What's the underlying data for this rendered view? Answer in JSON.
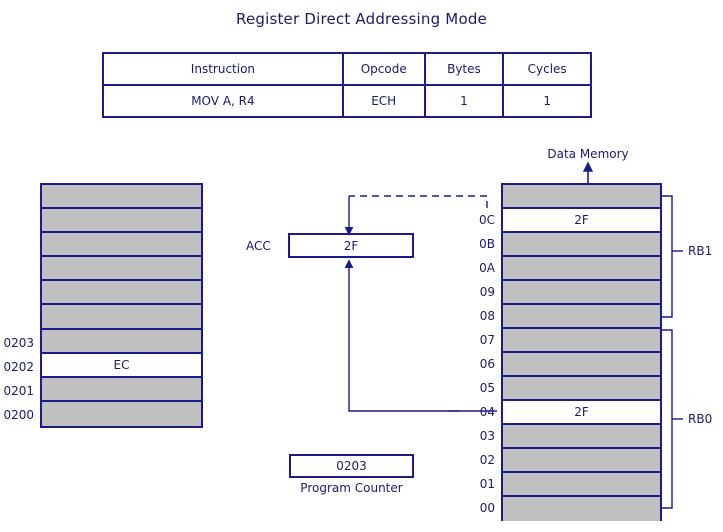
{
  "title": "Register Direct Addressing Mode",
  "instruction_table": {
    "headers": [
      "Instruction",
      "Opcode",
      "Bytes",
      "Cycles"
    ],
    "rows": [
      [
        "MOV A, R4",
        "ECH",
        "1",
        "1"
      ]
    ]
  },
  "colors": {
    "ink": "#1a1a6e",
    "border": "#1a1a8c",
    "cell_fill": "#c0c0c0",
    "highlight_fill": "#ffffff",
    "background": "#ffffff"
  },
  "program_memory": {
    "name": "program-memory-block",
    "rows": [
      {
        "address": "",
        "value": ""
      },
      {
        "address": "",
        "value": ""
      },
      {
        "address": "",
        "value": ""
      },
      {
        "address": "",
        "value": ""
      },
      {
        "address": "",
        "value": ""
      },
      {
        "address": "",
        "value": ""
      },
      {
        "address": "0203",
        "value": ""
      },
      {
        "address": "0202",
        "value": "EC"
      },
      {
        "address": "0201",
        "value": ""
      },
      {
        "address": "0200",
        "value": ""
      }
    ]
  },
  "data_memory": {
    "caption": "Data Memory",
    "rows": [
      {
        "address": "",
        "value": ""
      },
      {
        "address": "0C",
        "value": "2F"
      },
      {
        "address": "0B",
        "value": ""
      },
      {
        "address": "0A",
        "value": ""
      },
      {
        "address": "09",
        "value": ""
      },
      {
        "address": "08",
        "value": ""
      },
      {
        "address": "07",
        "value": ""
      },
      {
        "address": "06",
        "value": ""
      },
      {
        "address": "05",
        "value": ""
      },
      {
        "address": "04",
        "value": "2F"
      },
      {
        "address": "03",
        "value": ""
      },
      {
        "address": "02",
        "value": ""
      },
      {
        "address": "01",
        "value": ""
      },
      {
        "address": "00",
        "value": ""
      }
    ],
    "bank_brackets": [
      {
        "label": "RB1",
        "from_address": "0C",
        "to_address": "08"
      },
      {
        "label": "RB0",
        "from_address": "07",
        "to_address": "00"
      }
    ]
  },
  "registers": {
    "acc": {
      "label": "ACC",
      "value": "2F"
    },
    "program_counter": {
      "label": "Program Counter",
      "value": "0203"
    }
  }
}
